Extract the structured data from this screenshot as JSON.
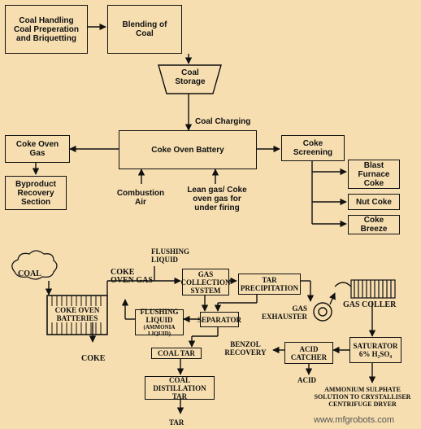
{
  "top": {
    "coal_handling": "Coal Handling\nCoal Preperation\nand Briquetting",
    "blending": "Blending of\nCoal",
    "storage": "Coal\nStorage",
    "charging": "Coal Charging",
    "battery": "Coke Oven Battery",
    "coke_oven_gas": "Coke Oven\nGas",
    "byproduct": "Byproduct\nRecovery\nSection",
    "combustion": "Combustion\nAir",
    "lean_gas": "Lean gas/ Coke\noven gas for\nunder firing",
    "screening": "Coke\nScreening",
    "blast_furnace": "Blast\nFurnace\nCoke",
    "nut_coke": "Nut Coke",
    "coke_breeze": "Coke\nBreeze"
  },
  "bottom": {
    "coal": "COAL",
    "batteries": "COKE OVEN\nBATTERIES",
    "coke": "COKE",
    "coke_oven_gas": "COKE\nOVEN GAS",
    "flushing_liquid_top": "FLUSHING\nLIQUID",
    "gas_collection": "GAS\nCOLLECTION\nSYSTEM",
    "tar_precipitation": "TAR\nPRECIPITATION",
    "gas_exhauster": "GAS\nEXHAUSTER",
    "gas_coller": "GAS COLLER",
    "flushing_liquid_box": "FLUSHING\nLIQUID",
    "ammonia_liquid": "(AMMONIA\nLIQUID)",
    "separator": "SEPARATOR",
    "coal_tar": "COAL TAR",
    "benzol": "BENZOL\nRECOVERY",
    "acid_catcher": "ACID\nCATCHER",
    "acid": "ACID",
    "saturator": "SATURATOR\n6% H₂SO₄",
    "ammonium": "AMMONIUM SULPHATE\nSOLUTION TO CRYSTALLISER\nCENTRIFUGE DRYER",
    "distillation": "COAL\nDISTILLATION\nTAR",
    "tar": "TAR"
  },
  "watermark": "www.mfgrobots.com"
}
